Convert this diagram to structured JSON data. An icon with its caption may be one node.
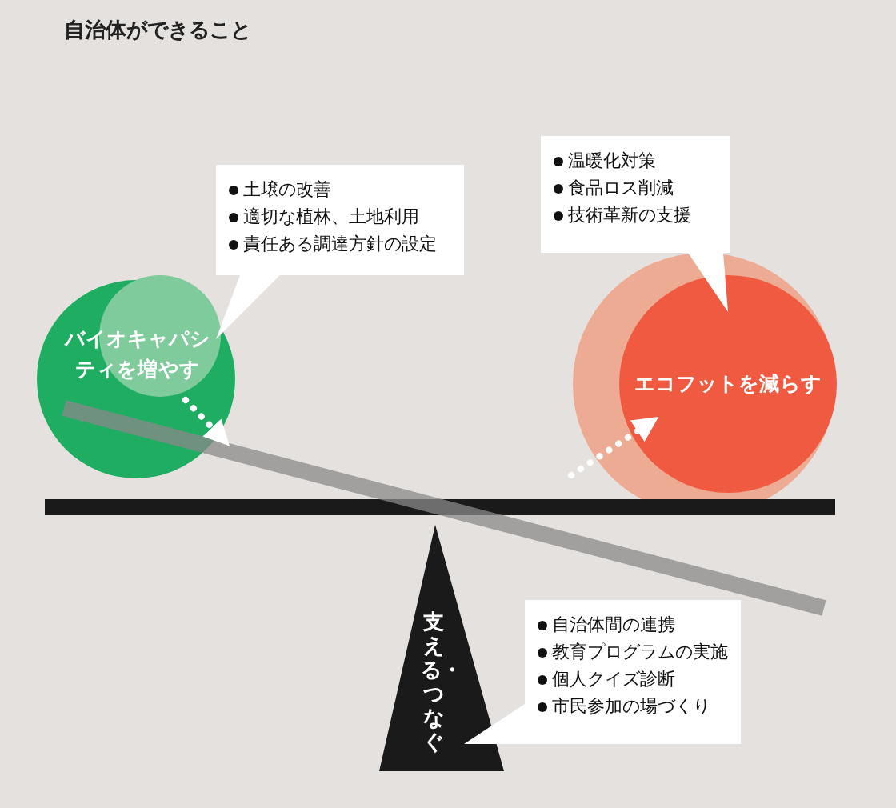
{
  "diagram": {
    "title": "自治体ができること",
    "nodes": [
      {
        "text": [
          "バイオキャパシティを増やす"
        ]
      },
      {
        "text": [
          "土壌の改善",
          "適切な植林、土地利用",
          "責任ある調達方針の設定"
        ]
      },
      {
        "text": [
          "エコフットを減らす"
        ]
      },
      {
        "text": [
          "温暖化対策",
          "食品ロス削減",
          "技術革新の支援"
        ]
      },
      {
        "text": [
          "支える・つなぐ"
        ]
      },
      {
        "text": [
          "自治体間の連携",
          "教育プログラムの実施",
          "個人クイズ診断",
          "市民参加の場づくり"
        ]
      }
    ]
  }
}
